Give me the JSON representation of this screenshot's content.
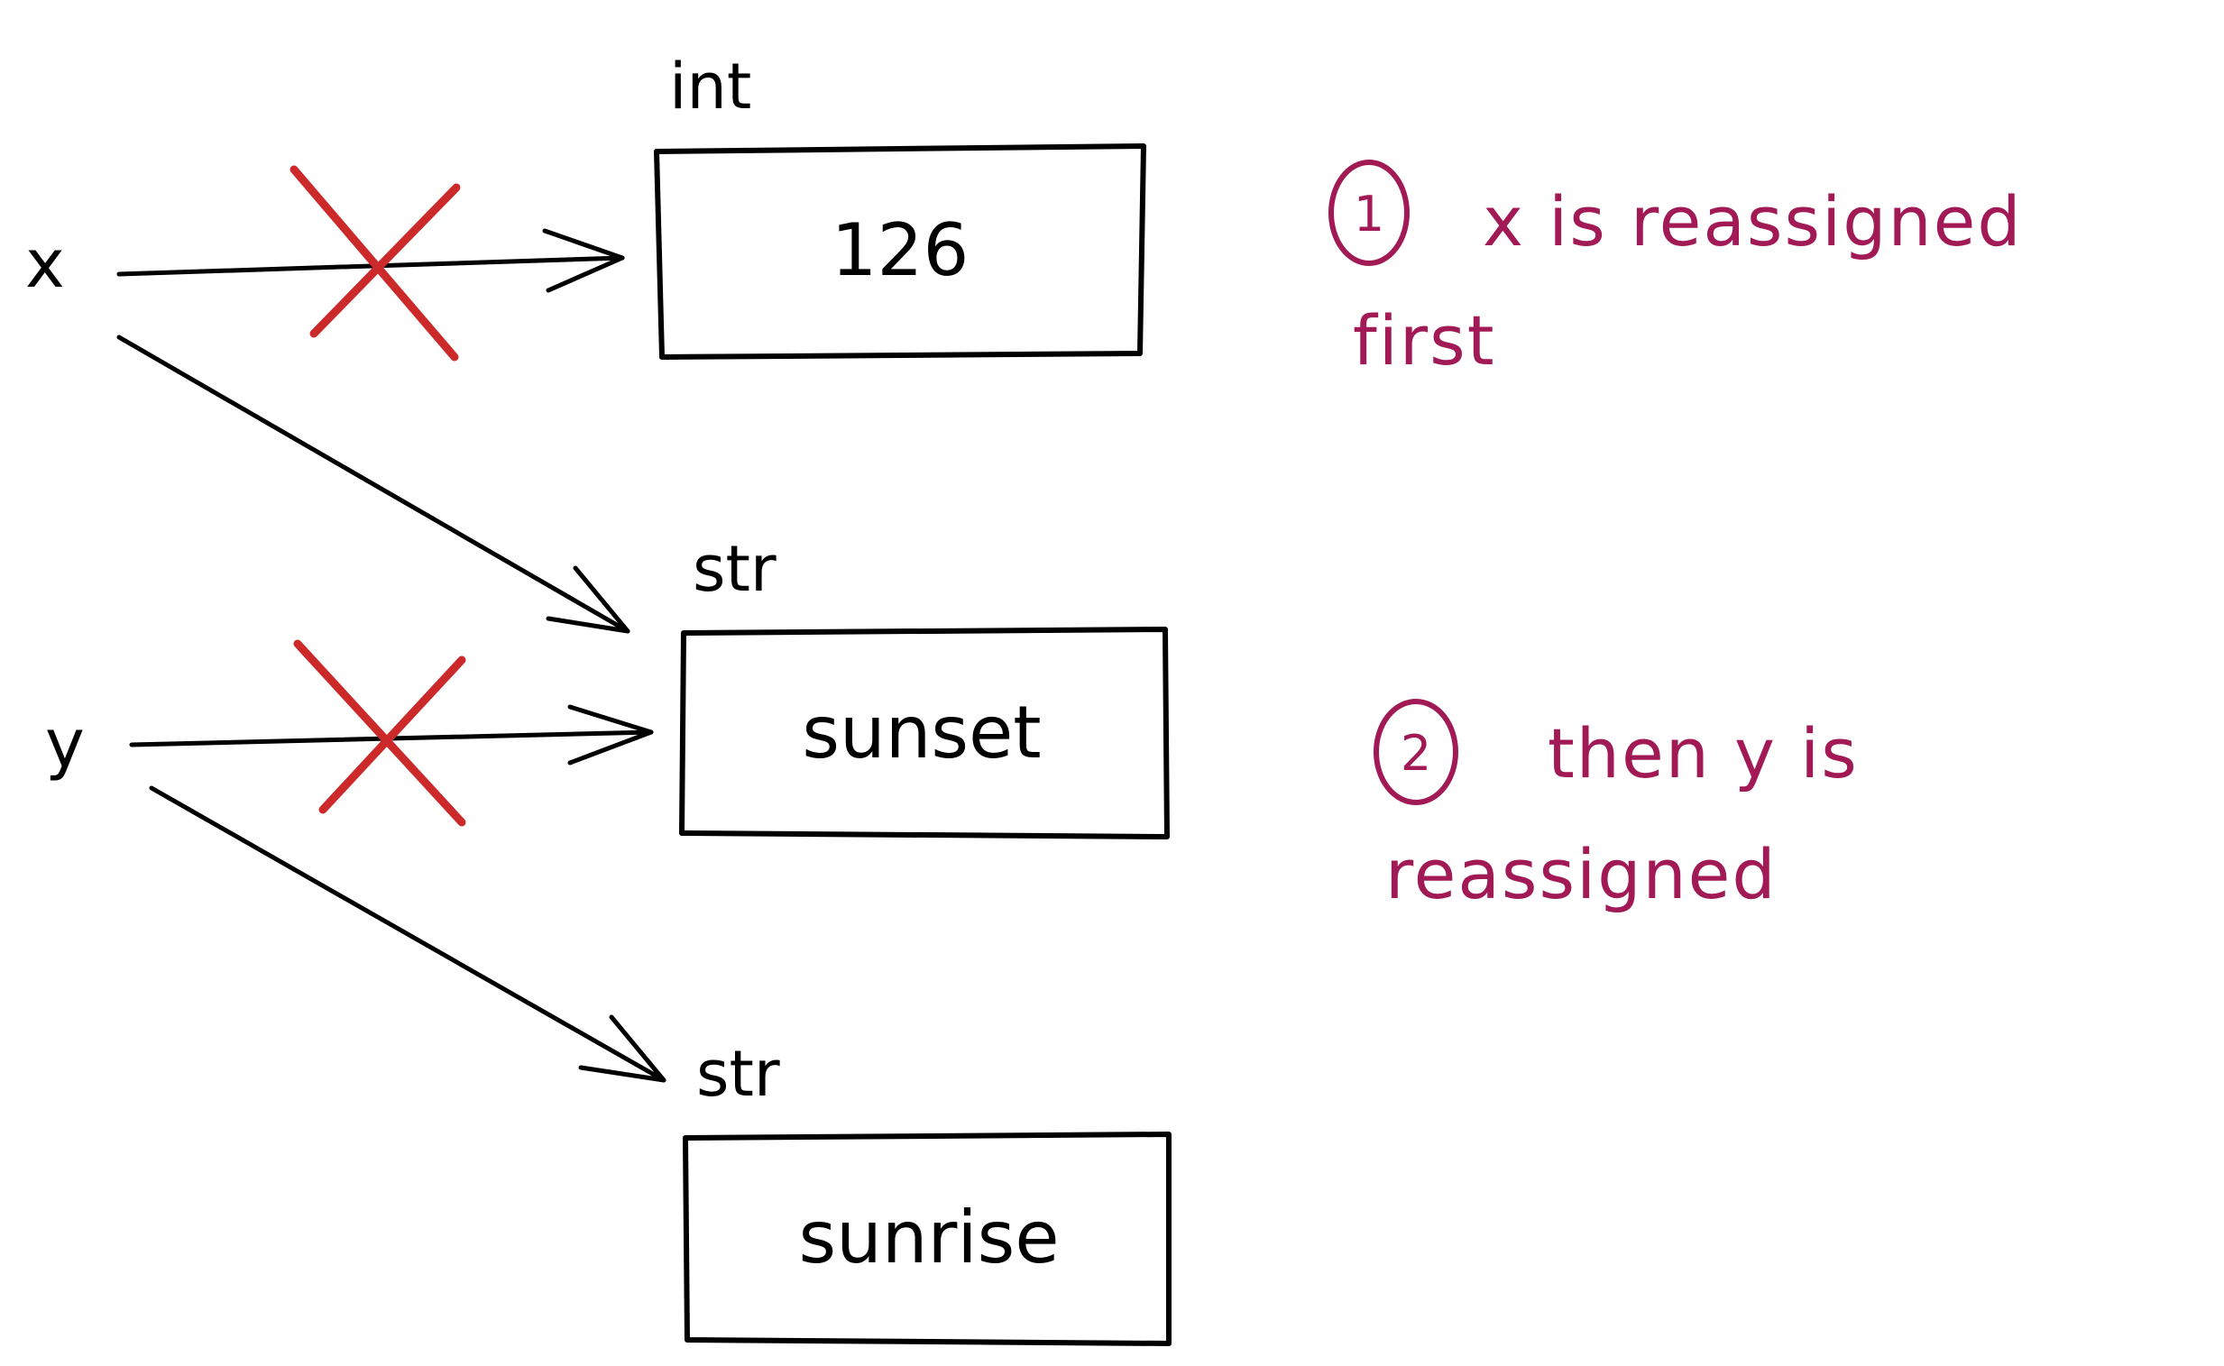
{
  "variables": {
    "x": "x",
    "y": "y"
  },
  "objects": [
    {
      "type": "int",
      "value": "126"
    },
    {
      "type": "str",
      "value": "sunset"
    },
    {
      "type": "str",
      "value": "sunrise"
    }
  ],
  "notes": [
    {
      "number": "1",
      "line1": "x is reassigned",
      "line2": "first"
    },
    {
      "number": "2",
      "line1": "then y is",
      "line2": "reassigned"
    }
  ],
  "colors": {
    "ink": "#000000",
    "cross": "#cc2a2a",
    "note": "#a21a55"
  }
}
